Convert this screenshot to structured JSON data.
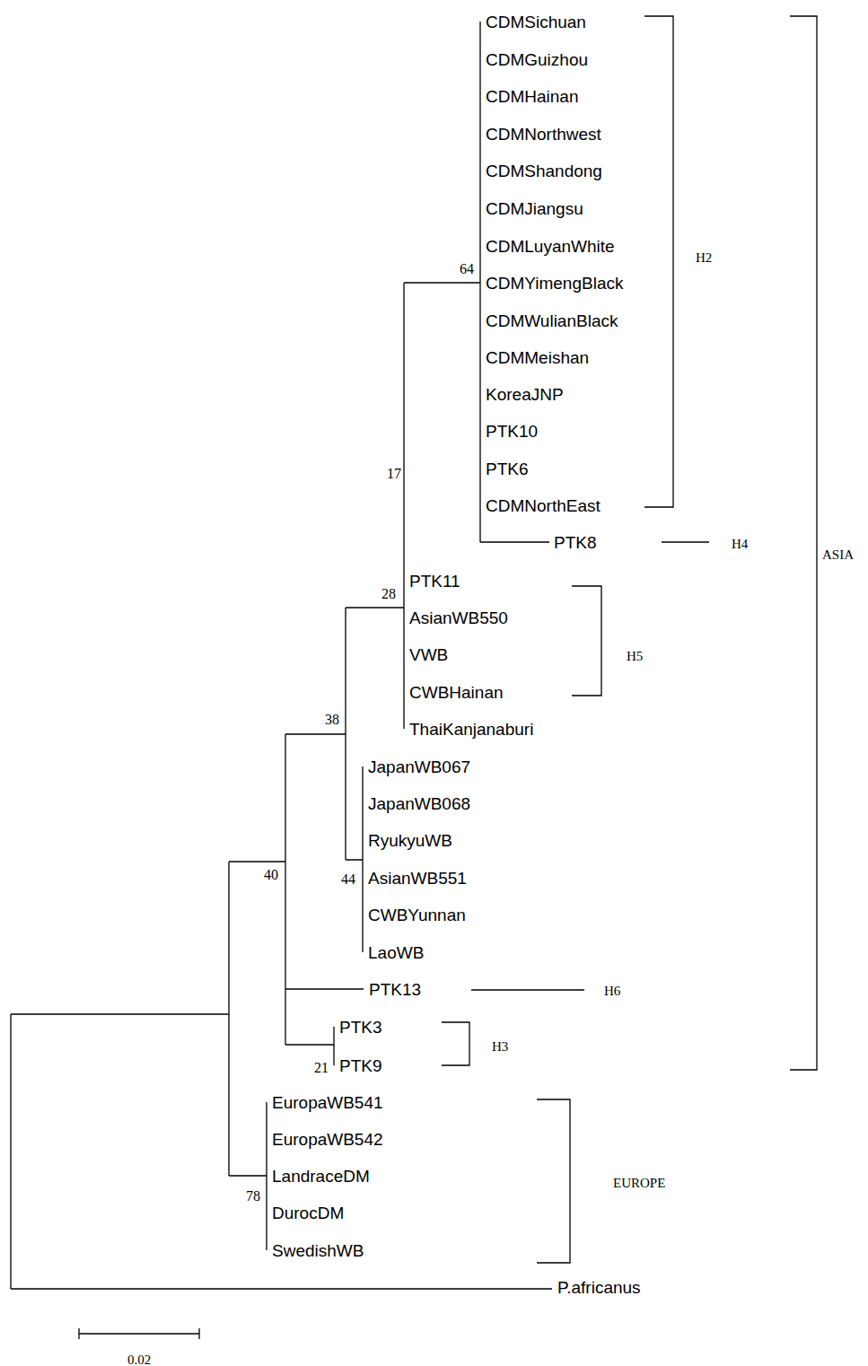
{
  "diagram": {
    "labels": [
      "CDMSichuan",
      "CDMGuizhou",
      "CDMHainan",
      "CDMNorthwest",
      "CDMShandong",
      "CDMJiangsu",
      "CDMLuyanWhite",
      "CDMYimengBlack",
      "CDMWulianBlack",
      "CDMMeishan",
      "KoreaJNP",
      "PTK10",
      "PTK6",
      "CDMNorthEast",
      "PTK8",
      "PTK11",
      "AsianWB550",
      "VWB",
      "CWBHainan",
      "ThaiKanjanaburi",
      "JapanWB067",
      "JapanWB068",
      "RyukyuWB",
      "AsianWB551",
      "CWBYunnan",
      "LaoWB",
      "PTK13",
      "PTK3",
      "PTK9",
      "EuropaWB541",
      "EuropaWB542",
      "LandraceDM",
      "DurocDM",
      "SwedishWB",
      "P.africanus",
      "64",
      "17",
      "28",
      "38",
      "40",
      "44",
      "21",
      "78",
      "H2",
      "H4",
      "H5",
      "H6",
      "H3",
      "ASIA",
      "EUROPE",
      "0.02"
    ]
  }
}
